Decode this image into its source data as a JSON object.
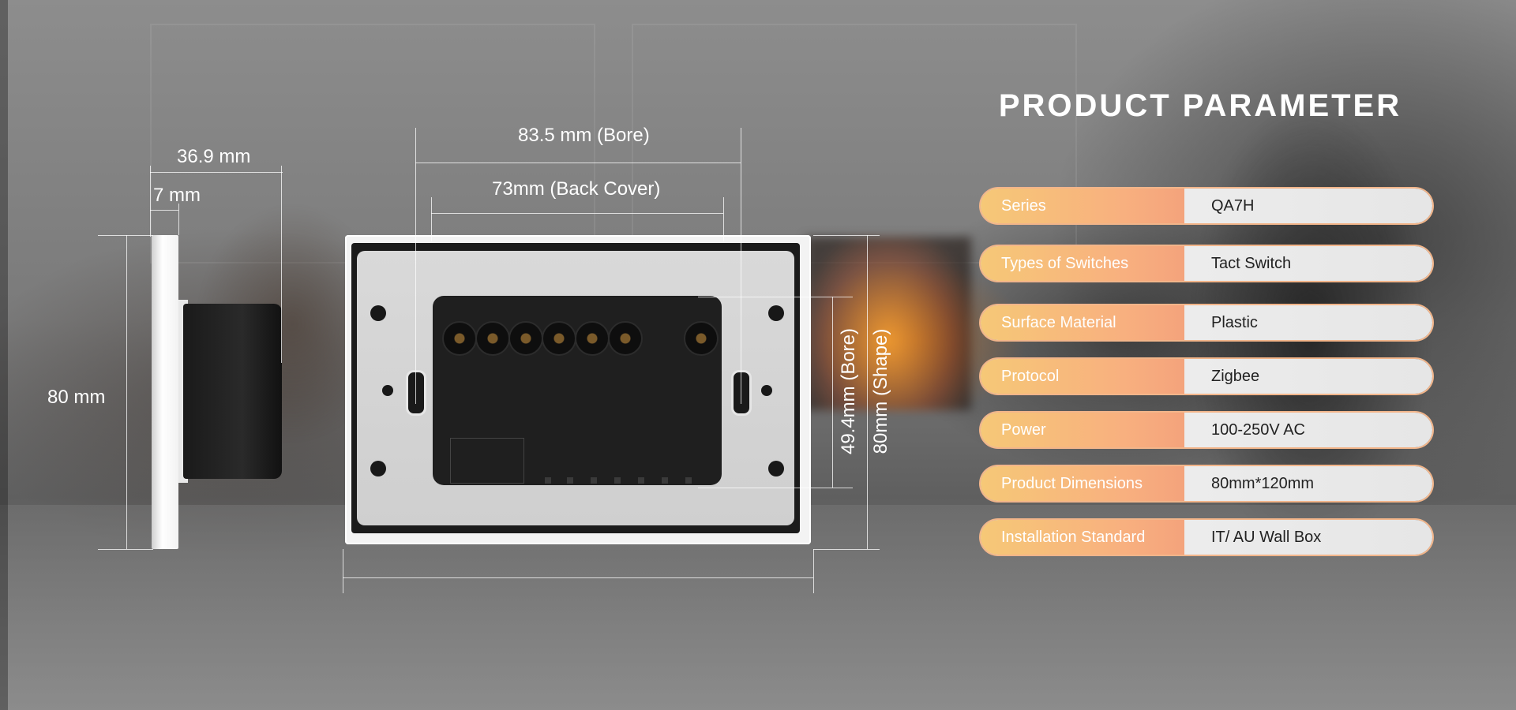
{
  "title": "PRODUCT PARAMETER",
  "dimensions": {
    "bore_width": "83.5 mm (Bore)",
    "back_cover_width": "73mm (Back Cover)",
    "depth_total": "36.9 mm",
    "plate_thickness": "7 mm",
    "side_height": "80 mm",
    "bore_height": "49.4mm (Bore)",
    "shape_height": "80mm (Shape)"
  },
  "parameters": [
    {
      "label": "Series",
      "value": "QA7H"
    },
    {
      "label": "Types of Switches",
      "value": "Tact Switch"
    },
    {
      "label": "Surface Material",
      "value": "Plastic"
    },
    {
      "label": "Protocol",
      "value": "Zigbee"
    },
    {
      "label": "Power",
      "value": "100-250V AC"
    },
    {
      "label": "Product Dimensions",
      "value": "80mm*120mm"
    },
    {
      "label": "Installation Standard",
      "value": "IT/ AU Wall Box"
    }
  ],
  "colors": {
    "label_gradient_start": "#f6c877",
    "label_gradient_end": "#f4a37c",
    "row_border": "#f2b58a",
    "value_text": "#222222"
  }
}
